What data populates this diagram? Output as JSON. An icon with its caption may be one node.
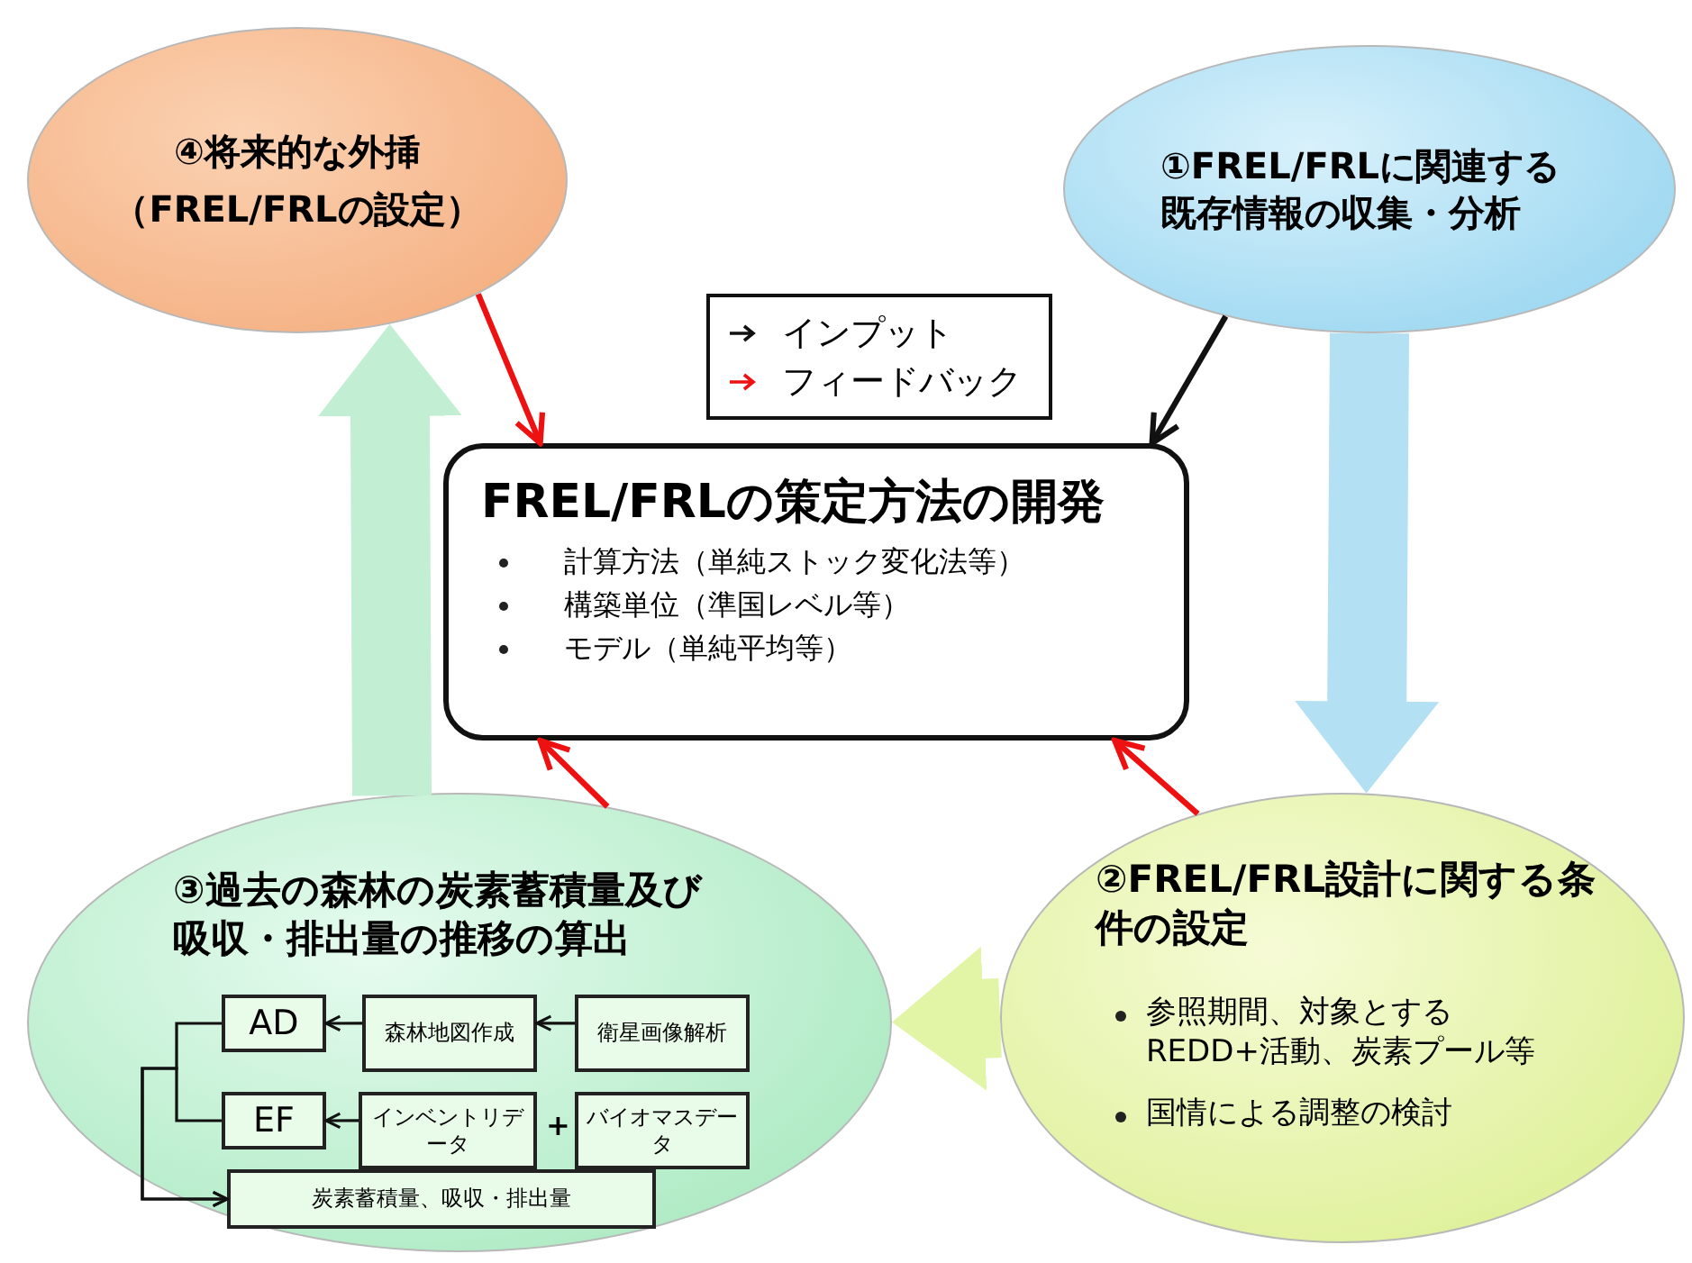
{
  "diagram": {
    "nodes": [
      {
        "text": [
          "④将来的な外挿",
          "（FREL/FRLの設定）"
        ]
      },
      {
        "text": [
          "①FREL/FRLに関連する既存情報の収集・分析"
        ]
      },
      {
        "text": [
          "FREL/FRLの策定方法の開発",
          "計算方法（単純ストック変化法等）",
          "構築単位（準国レベル等）",
          "モデル（単純平均等）"
        ]
      },
      {
        "text": [
          "②FREL/FRL設計に関する条件の設定",
          "参照期間、対象とするREDD+活動、炭素プール等",
          "国情による調整の検討"
        ]
      },
      {
        "text": [
          "③過去の森林の炭素蓄積量及び吸収・排出量の推移の算出"
        ]
      },
      {
        "text": [
          "AD"
        ],
        "in": 4
      },
      {
        "text": [
          "森林地図作成"
        ],
        "in": 4
      },
      {
        "text": [
          "衛星画像解析"
        ],
        "in": 4
      },
      {
        "text": [
          "EF"
        ],
        "in": 4
      },
      {
        "text": [
          "インベントリデータ"
        ],
        "in": 4
      },
      {
        "text": [
          "バイオマスデータ"
        ],
        "in": 4
      },
      {
        "text": [
          "炭素蓄積量、吸収・排出量"
        ],
        "in": 4
      }
    ],
    "edges": [
      {
        "from": 1,
        "to": 2,
        "arrow": "to"
      },
      {
        "from": 0,
        "to": 2,
        "arrow": "to",
        "color": "#ee1111"
      },
      {
        "from": 4,
        "to": 2,
        "arrow": "to",
        "color": "#ee1111"
      },
      {
        "from": 3,
        "to": 2,
        "arrow": "to",
        "color": "#ee1111"
      },
      {
        "from": 1,
        "to": 3,
        "arrow": "to",
        "style": "thick",
        "color": "#b4e0f4"
      },
      {
        "from": 3,
        "to": 4,
        "arrow": "to",
        "style": "thick",
        "color": "#e2f4a6"
      },
      {
        "from": 4,
        "to": 0,
        "arrow": "to",
        "style": "thick",
        "color": "#c2efd3"
      },
      {
        "from": 6,
        "to": 5,
        "arrow": "to"
      },
      {
        "from": 7,
        "to": 6,
        "arrow": "to"
      },
      {
        "from": 9,
        "to": 8,
        "arrow": "to"
      },
      {
        "from": 5,
        "to": 11,
        "arrow": "to"
      },
      {
        "from": 8,
        "to": 11,
        "arrow": "to"
      }
    ],
    "labels": [
      "+"
    ],
    "legend": [
      {
        "text": "インプット"
      },
      {
        "text": "フィードバック"
      }
    ]
  }
}
